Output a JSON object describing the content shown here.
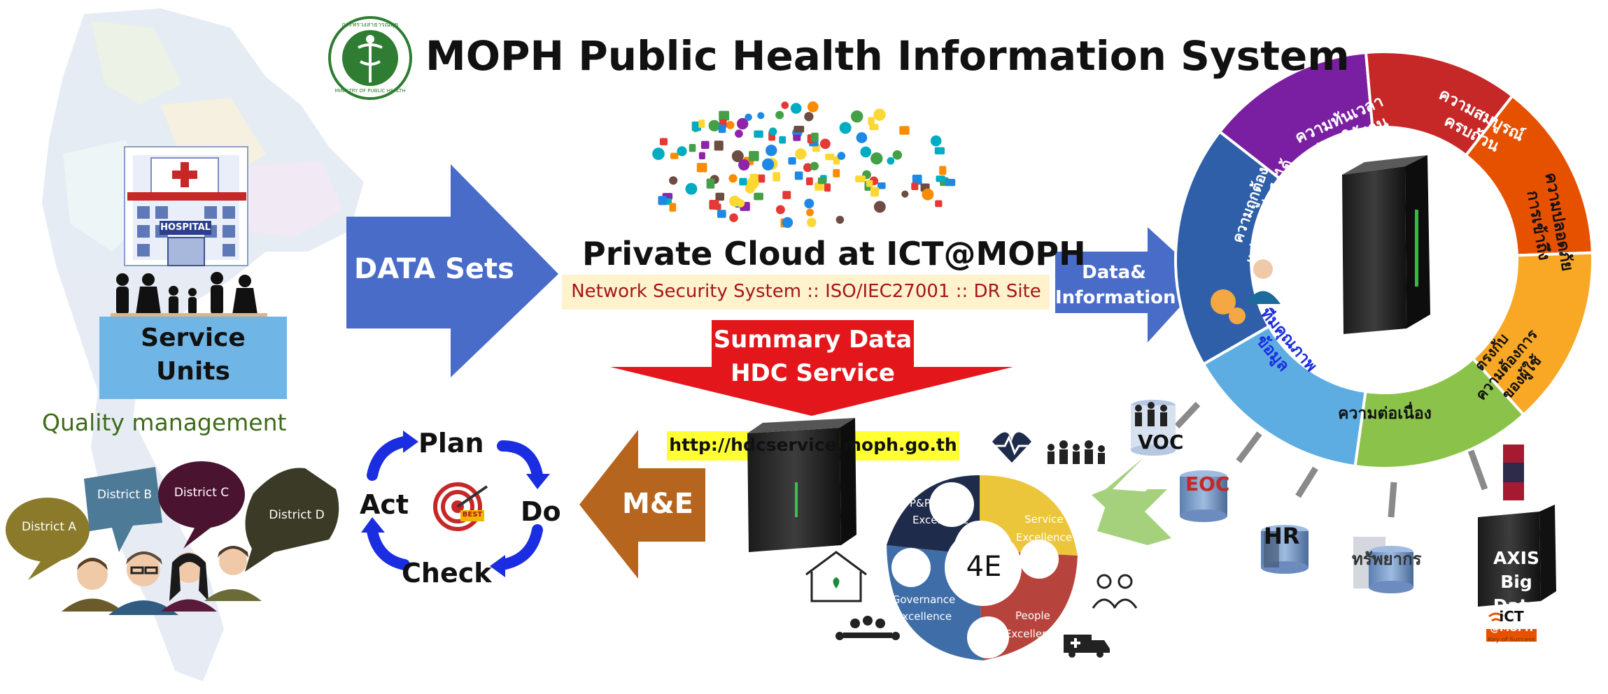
{
  "title": "MOPH Public Health Information System",
  "logo": {
    "arc_text": "กระทรวงสาธารณสุข",
    "bottom_text": "MINISTRY OF PUBLIC HEALTH"
  },
  "left": {
    "hospital_sign": "HOSPITAL",
    "service_units_line1": "Service",
    "service_units_line2": "Units",
    "quality_management": "Quality management",
    "districts": [
      "District A",
      "District B",
      "District C",
      "District D"
    ]
  },
  "arrows": {
    "data_sets": "DATA Sets",
    "data_info_line1": "Data&",
    "data_info_line2": "Information",
    "summary_line1": "Summary Data",
    "summary_line2": "HDC Service",
    "me": "M&E"
  },
  "cloud": {
    "title": "Private Cloud at ICT@MOPH",
    "subtitle": "Network Security System :: ISO/IEC27001 :: DR Site"
  },
  "hdc_url": "http://hdcservice.moph.go.th",
  "pdca": {
    "plan": "Plan",
    "do": "Do",
    "check": "Check",
    "act": "Act",
    "target_label": "BEST"
  },
  "ring": {
    "segments": [
      {
        "label1": "ความทันเวลา",
        "label2": "พร้อมใช้งาน",
        "color": "#7B1FA2"
      },
      {
        "label1": "ความสมบูรณ์",
        "label2": "ครบถ้วน",
        "color": "#C62828"
      },
      {
        "label1": "ความปลอดภัย",
        "label2": "การเข้าถึง",
        "color": "#E65100"
      },
      {
        "label1": "ตรงกับ",
        "label2": "ความต้องการ",
        "label3": "ของผู้ใช้",
        "color": "#F9A825"
      },
      {
        "label1": "ความต่อเนื่อง",
        "color": "#8BC34A"
      },
      {
        "label1": "ทีมคุณภาพ",
        "label2": "ข้อมูล",
        "color": "#5DADE2"
      },
      {
        "label1": "ความถูกต้อง",
        "label2": "แม่นยำ เชื่อถือได้",
        "color": "#2E5FA8"
      }
    ]
  },
  "sources": {
    "voc": "VOC",
    "eoc": "EOC",
    "hr": "HR",
    "resources": "ทรัพยากร",
    "axis1": "AXIS",
    "axis2": "Big Data"
  },
  "ict_logo": {
    "line1": "iCT",
    "line2": "@MOPH",
    "line3": "Key of Success"
  },
  "four_e": {
    "center": "4E",
    "pp1": "P&P",
    "pp2": "Excellence",
    "service1": "Service",
    "service2": "Excellence",
    "people1": "People",
    "people2": "Excellence",
    "gov1": "Governance",
    "gov2": "Excellence"
  },
  "colors": {
    "arrow_blue": "#4A6CC9",
    "summary_red": "#E3171B",
    "me_brown": "#B5651D",
    "light_green": "#A5D17C",
    "url_yellow": "#FFFF33"
  }
}
